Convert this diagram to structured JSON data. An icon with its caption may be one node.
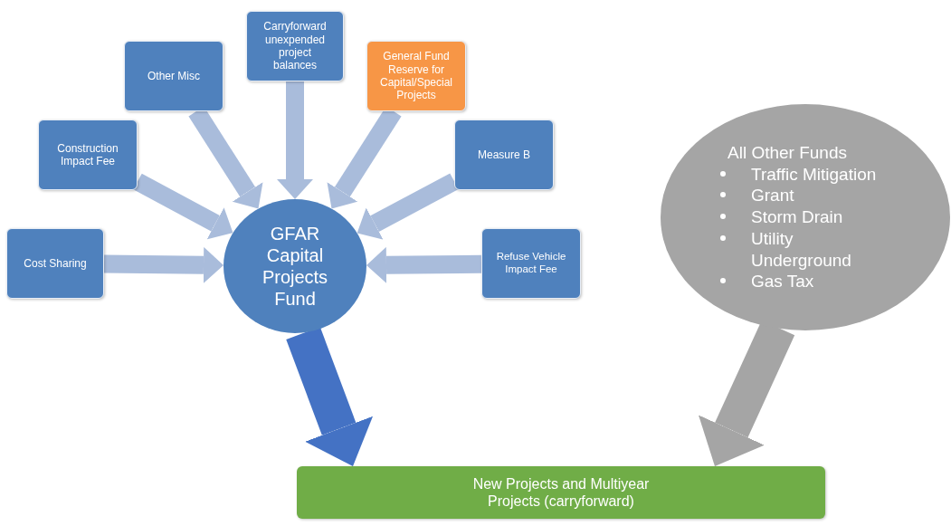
{
  "diagram": {
    "nodes": [
      {
        "text": [
          "Other Misc"
        ]
      },
      {
        "text": [
          "Carryforward unexpended project balances"
        ]
      },
      {
        "text": [
          "General Fund Reserve for Capital/Special Projects"
        ]
      },
      {
        "text": [
          "Construction Impact Fee"
        ]
      },
      {
        "text": [
          "Measure B"
        ]
      },
      {
        "text": [
          "Cost Sharing"
        ]
      },
      {
        "text": [
          "GFAR Capital Projects Fund"
        ]
      },
      {
        "text": [
          "Refuse Vehicle Impact Fee"
        ]
      },
      {
        "text": [
          "All Other Funds",
          "Traffic Mitigation",
          "Grant",
          "Storm Drain",
          "Utility Underground",
          "Gas Tax"
        ]
      },
      {
        "text": [
          "New Projects and Multiyear Projects (carryforward)"
        ]
      }
    ],
    "edges": [
      {
        "from": 0,
        "to": 6,
        "arrow": "to"
      },
      {
        "from": 1,
        "to": 6,
        "arrow": "to"
      },
      {
        "from": 2,
        "to": 6,
        "arrow": "to"
      },
      {
        "from": 3,
        "to": 6,
        "arrow": "to"
      },
      {
        "from": 4,
        "to": 6,
        "arrow": "to"
      },
      {
        "from": 5,
        "to": 6,
        "arrow": "to"
      },
      {
        "from": 7,
        "to": 6,
        "arrow": "to"
      },
      {
        "from": 6,
        "to": 9,
        "arrow": "to",
        "style": "thick",
        "color": "#4472c4"
      },
      {
        "from": 8,
        "to": 9,
        "arrow": "to",
        "style": "thick",
        "color": "#a5a5a5"
      }
    ]
  }
}
